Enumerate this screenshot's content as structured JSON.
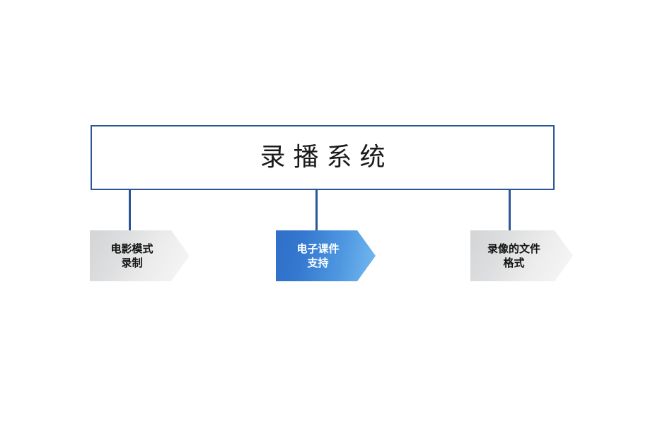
{
  "diagram": {
    "type": "hierarchy",
    "background_color": "#ffffff",
    "root": {
      "label": "录播系统",
      "border_color": "#2a5599",
      "fill_color": "#ffffff",
      "text_color": "#1a1a1a"
    },
    "connector_color": "#2a5599",
    "nodes": [
      {
        "label": "电影模式\n录制",
        "line1": "电影模式",
        "line2": "录制",
        "shape": "chevron",
        "style": "gray",
        "fill_from": "#d3d4d5",
        "fill_to": "#f7f7f7",
        "text_color": "#131313"
      },
      {
        "label": "电子课件\n支持",
        "line1": "电子课件",
        "line2": "支持",
        "shape": "chevron",
        "style": "blue",
        "fill_from": "#2f6fc9",
        "fill_to": "#74baf0",
        "text_color": "#ffffff"
      },
      {
        "label": "录像的文件\n格式",
        "line1": "录像的文件",
        "line2": "格式",
        "shape": "chevron",
        "style": "gray",
        "fill_from": "#d3d4d5",
        "fill_to": "#f7f7f7",
        "text_color": "#131313"
      }
    ]
  }
}
